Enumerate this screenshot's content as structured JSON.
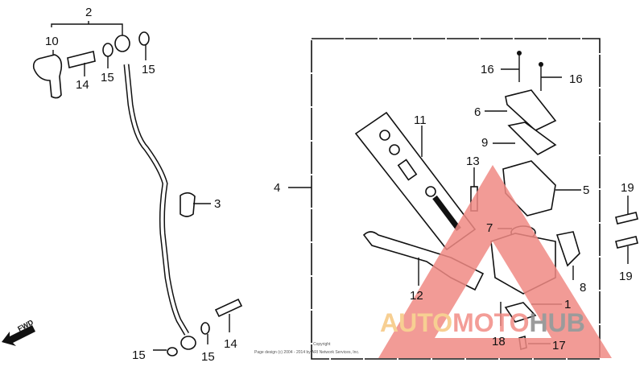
{
  "diagram": {
    "labels": {
      "hose_assembly": "2",
      "banjo_fitting": "10",
      "bolt_top": "14",
      "washer_top_a": "15",
      "washer_top_b": "15",
      "clamp": "3",
      "washer_bottom_a": "15",
      "washer_bottom_b": "15",
      "bolt_bottom": "14",
      "master_cylinder_assembly": "4",
      "piston_set": "11",
      "screw_a": "16",
      "screw_b": "16",
      "cap": "6",
      "diaphragm_plate": "9",
      "pivot_bolt": "13",
      "reservoir": "5",
      "o_ring": "7",
      "bolt_right_a": "19",
      "bolt_right_b": "19",
      "lever": "12",
      "holder": "8",
      "switch": "1",
      "screw_switch": "18",
      "nut": "17"
    },
    "fwd_label": "FWD"
  },
  "watermark": {
    "parts": [
      "AUTO",
      "MOTO",
      "HUB"
    ],
    "colors": [
      "#f6c77f",
      "#f28c86",
      "#8a8a8a"
    ],
    "triangle_color": "#f08a84"
  },
  "copyright": {
    "line1": "Copyright",
    "line2": "Page design (c) 2004 - 2014 by ARI Network Services, Inc."
  }
}
